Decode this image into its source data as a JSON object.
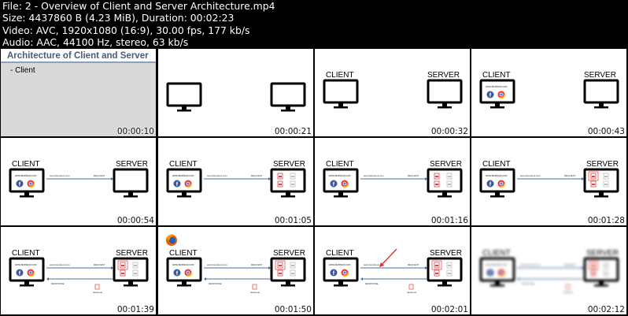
{
  "info": {
    "line1": "File: 2 - Overview of Client and Server Architecture.mp4",
    "line2": "Size: 4437860 B (4.23 MiB), Duration: 00:02:23",
    "line3": "Video: AVC, 1920x1080 (16:9), 30.00 fps, 177 kb/s",
    "line4": "Audio: AAC, 44100 Hz, stereo, 63 kb/s"
  },
  "slide": {
    "title": "Architecture of Client and Server",
    "subtitle": "- Client"
  },
  "labels": {
    "client": "CLIENT",
    "server": "SERVER",
    "request": "REQUEST",
    "response": "RESPONSE",
    "url": "www.facebook.com",
    "facebook": "facebook"
  },
  "thumbnails": [
    {
      "time": "00:00:10"
    },
    {
      "time": "00:00:21"
    },
    {
      "time": "00:00:32"
    },
    {
      "time": "00:00:43"
    },
    {
      "time": "00:00:54"
    },
    {
      "time": "00:01:05"
    },
    {
      "time": "00:01:16"
    },
    {
      "time": "00:01:28"
    },
    {
      "time": "00:01:39"
    },
    {
      "time": "00:01:50"
    },
    {
      "time": "00:02:01"
    },
    {
      "time": "00:02:12"
    }
  ]
}
